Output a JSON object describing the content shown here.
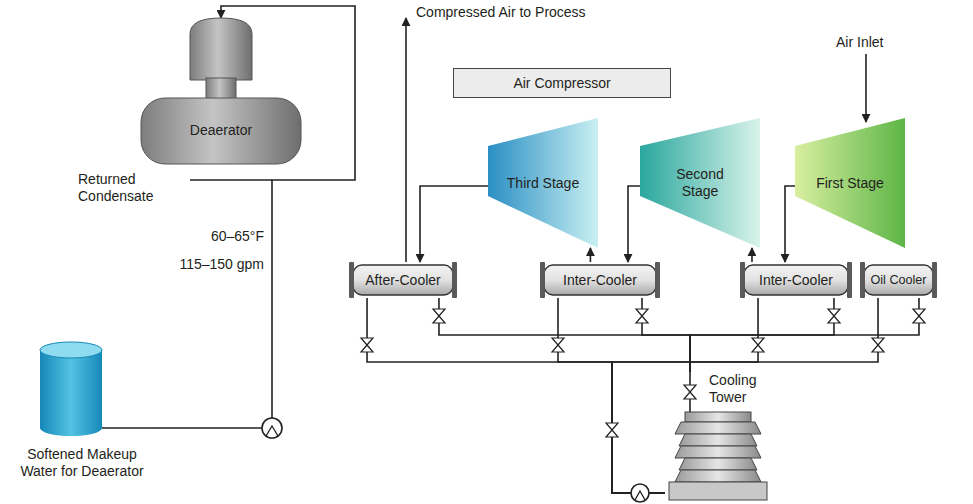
{
  "diagram": {
    "nodes": [
      {
        "text": [
          "Deaerator"
        ]
      },
      {
        "text": [
          "Air Compressor"
        ]
      },
      {
        "text": [
          "Third Stage"
        ]
      },
      {
        "text": [
          "Second Stage"
        ]
      },
      {
        "text": [
          "First Stage"
        ]
      },
      {
        "text": [
          "After-Cooler"
        ]
      },
      {
        "text": [
          "Inter-Cooler"
        ]
      },
      {
        "text": [
          "Inter-Cooler"
        ]
      },
      {
        "text": [
          "Oil Cooler"
        ]
      },
      {
        "text": [
          "Softened Makeup Water for Deaerator"
        ]
      },
      {
        "text": [
          "Cooling Tower"
        ]
      }
    ],
    "edges": [
      {
        "from": 9,
        "to": 0,
        "arrow": "to"
      },
      {
        "from": 2,
        "to": 5,
        "arrow": "to"
      },
      {
        "from": 3,
        "to": 6,
        "arrow": "to"
      },
      {
        "from": 4,
        "to": 7,
        "arrow": "to"
      },
      {
        "from": 6,
        "to": 2,
        "arrow": "to"
      },
      {
        "from": 7,
        "to": 3,
        "arrow": "to"
      },
      {
        "from": 10,
        "to": 5,
        "arrow": "none"
      },
      {
        "from": 10,
        "to": 6,
        "arrow": "none"
      },
      {
        "from": 10,
        "to": 7,
        "arrow": "none"
      },
      {
        "from": 10,
        "to": 8,
        "arrow": "none"
      },
      {
        "from": 5,
        "to": 10,
        "arrow": "none"
      },
      {
        "from": 6,
        "to": 10,
        "arrow": "none"
      },
      {
        "from": 7,
        "to": 10,
        "arrow": "none"
      },
      {
        "from": 8,
        "to": 10,
        "arrow": "none"
      }
    ],
    "labels": [
      "Compressed Air to Process",
      "Air Inlet",
      "Returned Condensate",
      "60–65°F",
      "115–150 gpm"
    ]
  }
}
